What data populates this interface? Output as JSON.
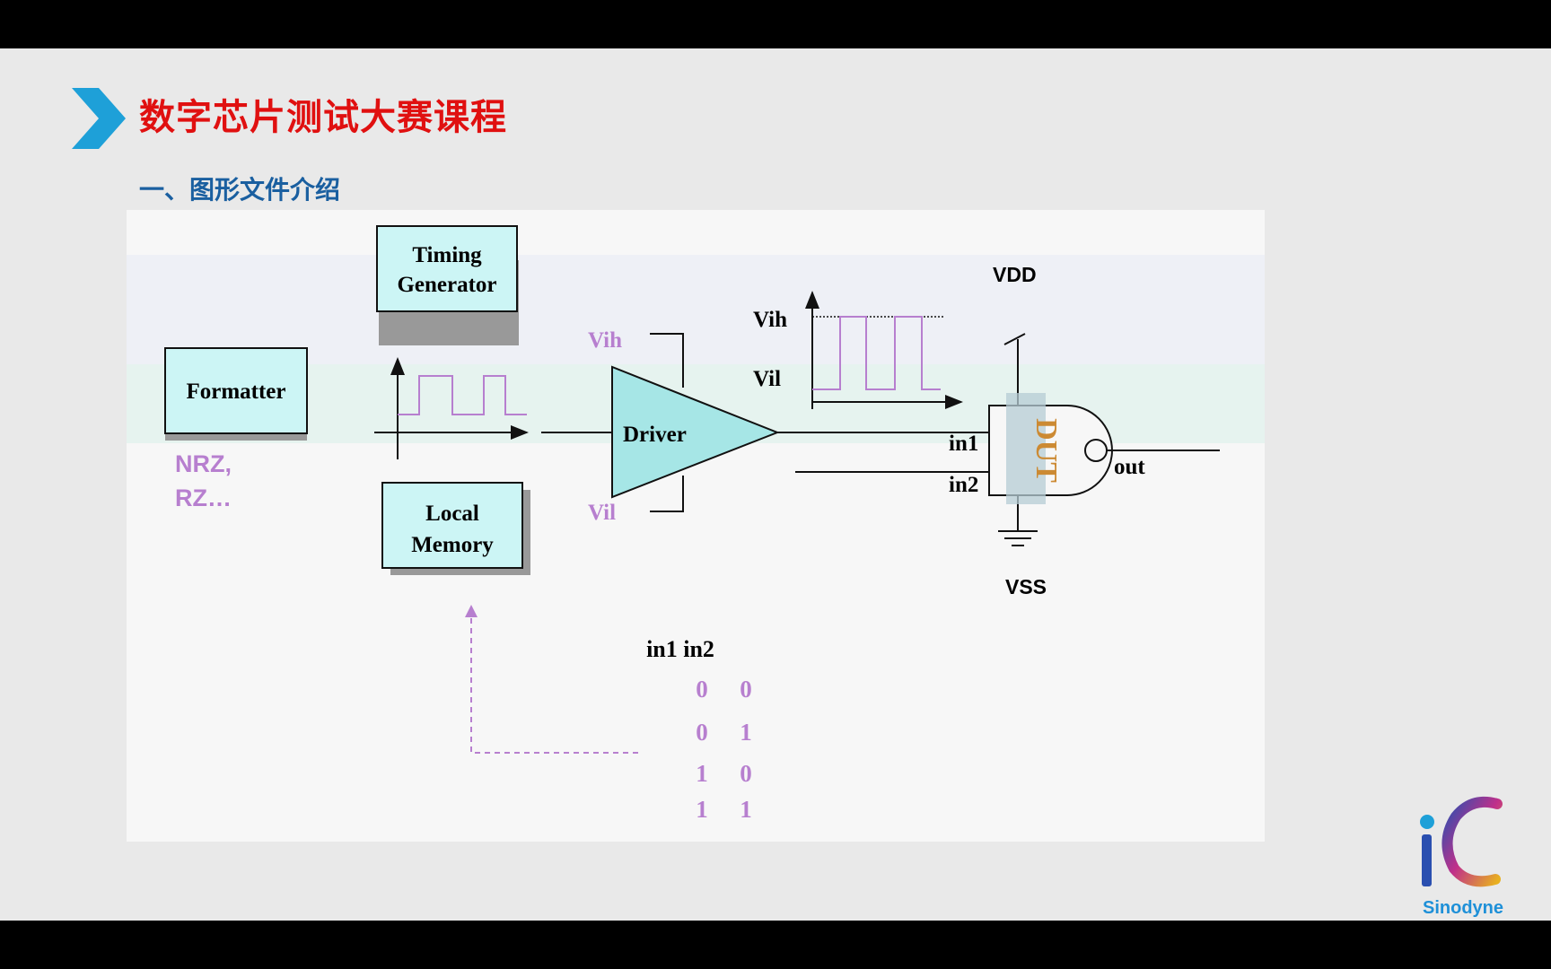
{
  "slide": {
    "title": "数字芯片测试大赛课程",
    "subtitle": "一、图形文件介绍"
  },
  "diagram": {
    "blocks": {
      "timing_line1": "Timing",
      "timing_line2": "Generator",
      "formatter": "Formatter",
      "local_line1": "Local",
      "local_line2": "Memory",
      "driver": "Driver",
      "dut": "DUT"
    },
    "labels": {
      "nrz": "NRZ,",
      "rz": "RZ…",
      "vih_left": "Vih",
      "vil_left": "Vil",
      "vih_right": "Vih",
      "vil_right": "Vil",
      "vdd": "VDD",
      "vss": "VSS",
      "in1": "in1",
      "in2": "in2",
      "out": "out"
    },
    "truth_table": {
      "header": "in1 in2",
      "rows": [
        [
          "0",
          "0"
        ],
        [
          "0",
          "1"
        ],
        [
          "1",
          "0"
        ],
        [
          "1",
          "1"
        ]
      ]
    }
  },
  "logo": {
    "text": "Sinodyne",
    "icon": "ic-logo-icon"
  },
  "colors": {
    "title": "#e01010",
    "subtitle": "#1a5fa0",
    "purple": "#b77fcf",
    "block_fill": "#ccf5f5",
    "driver_fill": "#a6e6e6",
    "dut_text": "#cc8a33"
  }
}
